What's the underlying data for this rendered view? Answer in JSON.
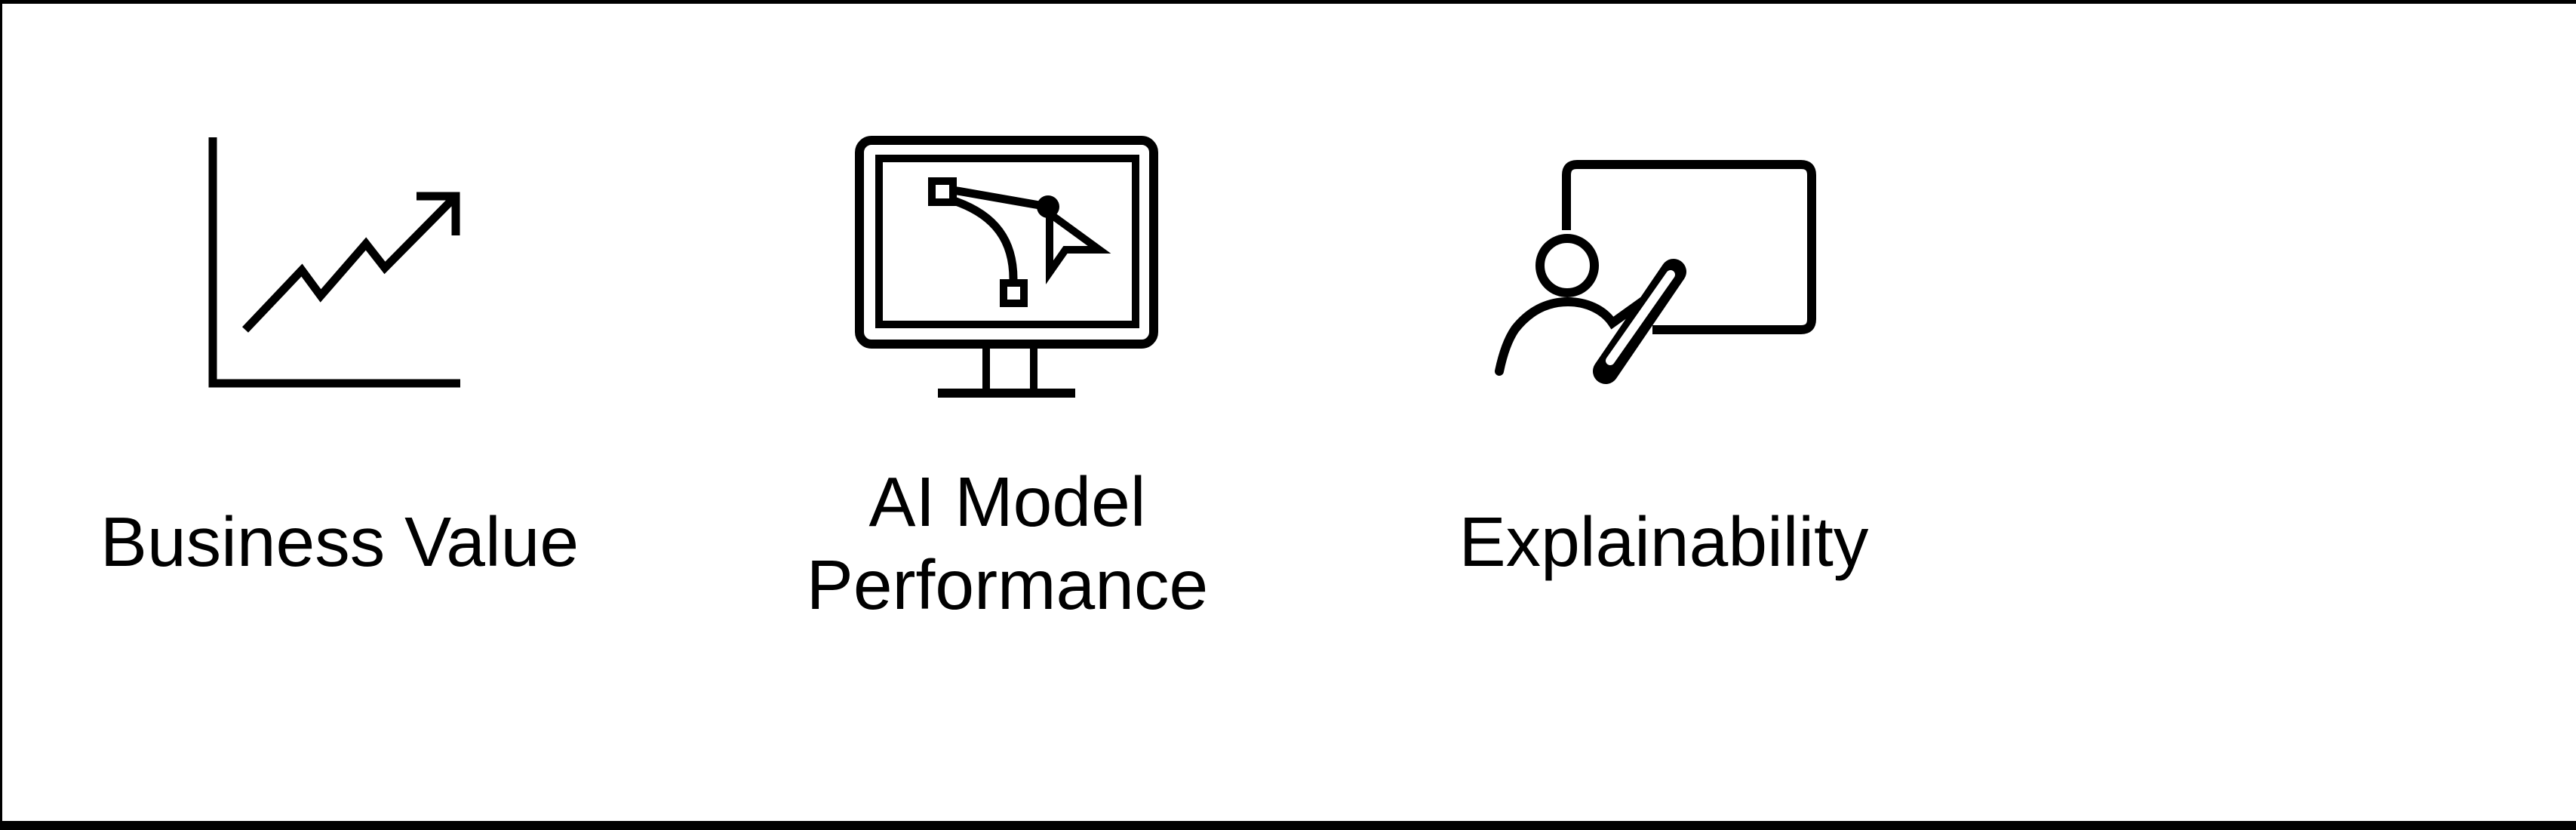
{
  "canvas": {
    "background": "#ffffff",
    "border_color": "#000000",
    "ink_color": "#000000"
  },
  "items": [
    {
      "id": "business-value",
      "icon": "line-chart-icon",
      "label": "Business Value"
    },
    {
      "id": "ai-model-performance",
      "icon": "monitor-bezier-curve-icon",
      "label": "AI Model\nPerformance"
    },
    {
      "id": "explainability",
      "icon": "presenter-whiteboard-icon",
      "label": "Explainability"
    }
  ]
}
